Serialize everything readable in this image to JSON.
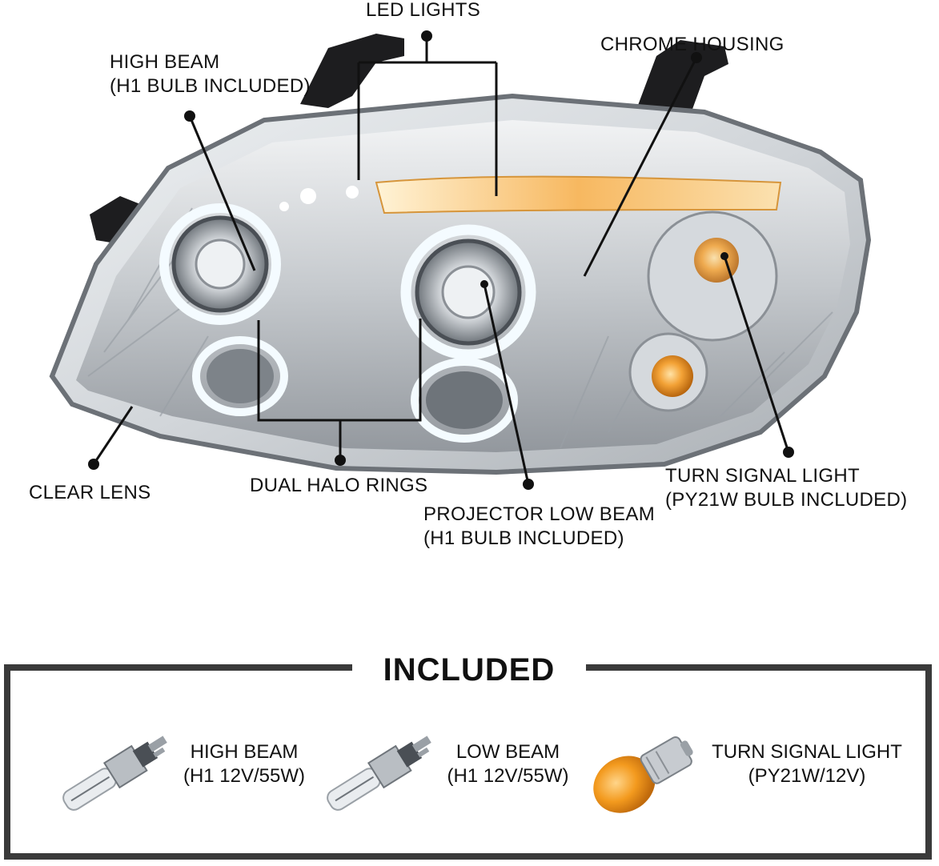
{
  "callouts": {
    "led_lights": "LED LIGHTS",
    "high_beam": [
      "HIGH BEAM",
      "(H1 BULB INCLUDED)"
    ],
    "chrome_housing": "CHROME HOUSING",
    "clear_lens": "CLEAR LENS",
    "dual_halo_rings": "DUAL HALO RINGS",
    "projector_low_beam": [
      "PROJECTOR LOW BEAM",
      "(H1 BULB INCLUDED)"
    ],
    "turn_signal_light": [
      "TURN SIGNAL LIGHT",
      "(PY21W BULB INCLUDED)"
    ]
  },
  "included": {
    "title": "INCLUDED",
    "items": [
      {
        "name": "HIGH BEAM",
        "spec": "(H1 12V/55W)",
        "icon": "h1-bulb-icon"
      },
      {
        "name": "LOW BEAM",
        "spec": "(H1 12V/55W)",
        "icon": "h1-bulb-icon"
      },
      {
        "name": "TURN SIGNAL LIGHT",
        "spec": "(PY21W/12V)",
        "icon": "py21w-amber-bulb-icon"
      }
    ]
  },
  "colors": {
    "frame": "#3a3a3a",
    "chrome": "#c9ccd0",
    "amber": "#f39a1e",
    "halo": "#e8f6ff"
  }
}
